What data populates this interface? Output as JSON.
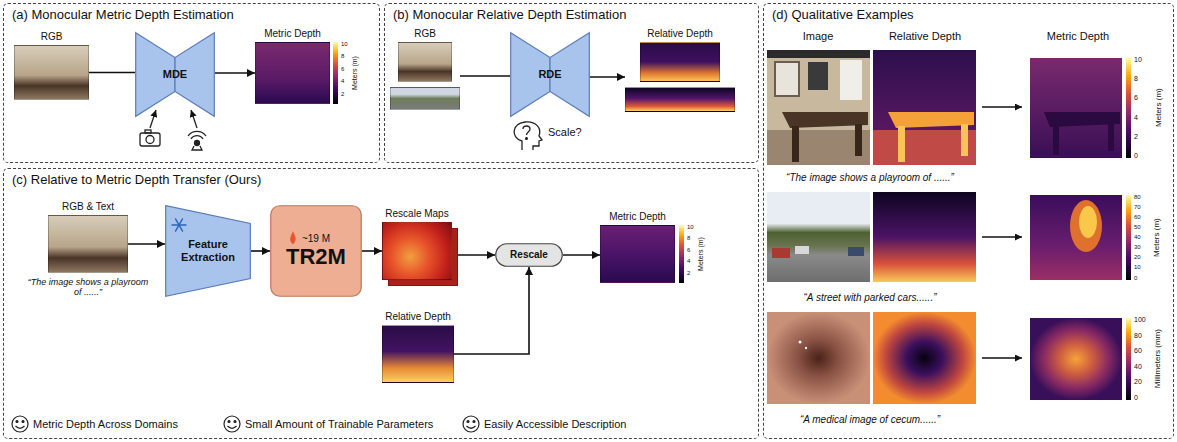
{
  "diagram": {
    "nodes": [
      {
        "text": [
          "(a) Monocular Metric Depth Estimation"
        ]
      },
      {
        "text": [
          "RGB"
        ],
        "in": 0
      },
      {
        "text": [
          "MDE"
        ],
        "in": 0
      },
      {
        "text": [
          "Metric Depth"
        ],
        "in": 0
      },
      {
        "text": [
          "(b) Monocular Relative Depth Estimation"
        ]
      },
      {
        "text": [
          "RGB"
        ],
        "in": 4
      },
      {
        "text": [
          "RDE"
        ],
        "in": 4
      },
      {
        "text": [
          "Relative Depth"
        ],
        "in": 4
      },
      {
        "text": [
          "(c) Relative to Metric Depth Transfer (Ours)"
        ]
      },
      {
        "text": [
          "RGB & Text",
          "“The image shows a playroom of ......”"
        ],
        "in": 8
      },
      {
        "text": [
          "Feature Extraction"
        ],
        "in": 8
      },
      {
        "text": [
          "~19 M",
          "TR2M"
        ],
        "in": 8
      },
      {
        "text": [
          "Rescale Maps"
        ],
        "in": 8
      },
      {
        "text": [
          "Rescale"
        ],
        "in": 8
      },
      {
        "text": [
          "Relative Depth"
        ],
        "in": 8
      },
      {
        "text": [
          "Metric Depth"
        ],
        "in": 8
      },
      {
        "text": [
          "(d) Qualitative Examples"
        ]
      }
    ],
    "edges": [
      {
        "from": 1,
        "to": 2,
        "arrow": "none"
      },
      {
        "from": 2,
        "to": 3,
        "arrow": "to"
      },
      {
        "from": 5,
        "to": 6,
        "arrow": "none"
      },
      {
        "from": 6,
        "to": 7,
        "arrow": "to"
      },
      {
        "from": 9,
        "to": 10,
        "arrow": "to"
      },
      {
        "from": 10,
        "to": 11,
        "arrow": "to"
      },
      {
        "from": 11,
        "to": 12,
        "arrow": "to"
      },
      {
        "from": 12,
        "to": 13,
        "arrow": "to"
      },
      {
        "from": 14,
        "to": 13,
        "arrow": "to"
      },
      {
        "from": 13,
        "to": 15,
        "arrow": "to"
      }
    ],
    "labels": [
      "Scale?",
      "10",
      "8",
      "6",
      "4",
      "2",
      "Meters (m)",
      "10",
      "8",
      "6",
      "4",
      "2",
      "Meters (m)",
      "Metric Depth Across Domains",
      "Small Amount of Trainable Parameters",
      "Easily Accessible Description",
      "Image",
      "Relative Depth",
      "Metric Depth",
      "“The image shows a playroom of ......”",
      "10",
      "8",
      "6",
      "4",
      "2",
      "0",
      "Meters (m)",
      "“A street with parked cars......”",
      "80",
      "70",
      "60",
      "50",
      "40",
      "30",
      "20",
      "10",
      "0",
      "Meters (m)",
      "“A medical image of cecum......”",
      "100",
      "80",
      "60",
      "40",
      "20",
      "0",
      "Millimeters (mm)"
    ]
  }
}
